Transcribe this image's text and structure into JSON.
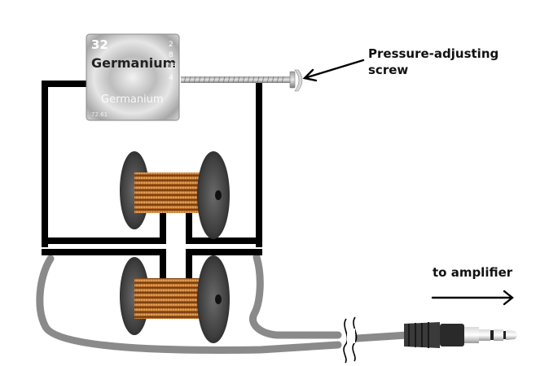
{
  "germanium_tile": {
    "atomic_number": "32",
    "name": "Germanium",
    "name_small": "Germanium",
    "side_digits": [
      "2",
      "8",
      "18",
      "4"
    ],
    "mass": "72.61"
  },
  "labels": {
    "screw": [
      "Pressure-adjusting",
      "screw"
    ],
    "amplifier": "to amplifier"
  },
  "colors": {
    "wire_black": "#000000",
    "wire_gray": "#8a8a8a",
    "copper": "#b8621b",
    "spool_flange": "#3a3a3a",
    "metal_tile": "#c9c9c9"
  },
  "icons": [
    "arrow-left-icon",
    "arrow-right-icon",
    "break-mark-icon",
    "audio-jack-icon"
  ]
}
